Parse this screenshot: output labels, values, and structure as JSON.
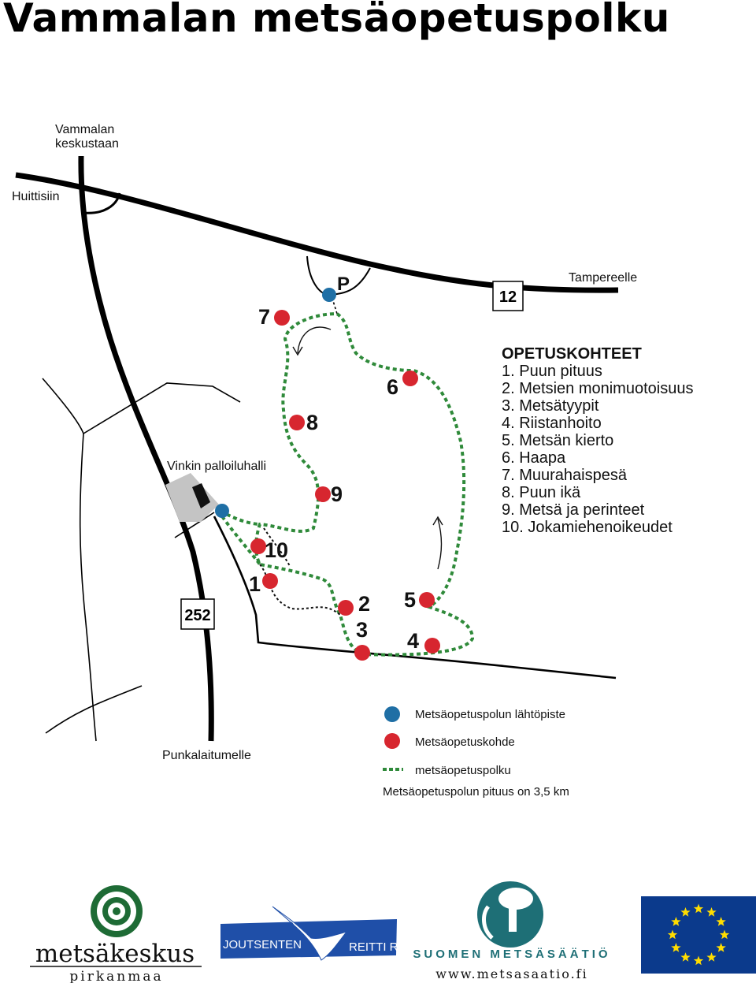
{
  "page_title": "Vammalan metsäopetuspolku",
  "place_labels": {
    "vammala": [
      "Vammalan",
      "keskustaan"
    ],
    "huittinen": "Huittisiin",
    "tampere": "Tampereelle",
    "vinkki": "Vinkin palloiluhalli",
    "punkalaidun": "Punkalaitumelle",
    "parking": "P"
  },
  "road_numbers": {
    "road_12": "12",
    "road_252": "252"
  },
  "legend": {
    "title": "OPETUSKOHTEET",
    "items": [
      "1. Puun pituus",
      "2. Metsien monimuotoisuus",
      "3. Metsätyypit",
      "4. Riistanhoito",
      "5. Metsän kierto",
      "6. Haapa",
      "7. Muurahaispesä",
      "8. Puun ikä",
      "9. Metsä ja perinteet",
      "10. Jokamiehenoikeudet"
    ]
  },
  "stops": [
    "1",
    "2",
    "3",
    "4",
    "5",
    "6",
    "7",
    "8",
    "9",
    "10"
  ],
  "map_key": {
    "start": "Metsäopetuspolun lähtöpiste",
    "stop": "Metsäopetuskohde",
    "path": "metsäopetuspolku",
    "length_note": "Metsäopetuspolun pituus on 3,5 km"
  },
  "colors": {
    "start_point": "#1f6fa5",
    "stop_point": "#d7262f",
    "trail": "#2f8a3a",
    "road": "#000000",
    "building_area": "#c4c4c4",
    "eu_blue": "#0b3a8c",
    "eu_star": "#ffdd00",
    "metsakeskus_green": "#1e6b35",
    "metsasaatio_teal": "#1e6f76",
    "joutsenten_blue": "#1f4fa8"
  },
  "logos": {
    "metsakeskus": {
      "name": "metsäkeskus",
      "sub": "pirkanmaa"
    },
    "joutsenten": {
      "left": "JOUTSENTEN",
      "right": "REITTI RY"
    },
    "metsasaatio": {
      "name": "SUOMEN METSÄSÄÄTIÖ",
      "url": "www.metsasaatio.fi"
    },
    "eu": "eu-flag"
  }
}
